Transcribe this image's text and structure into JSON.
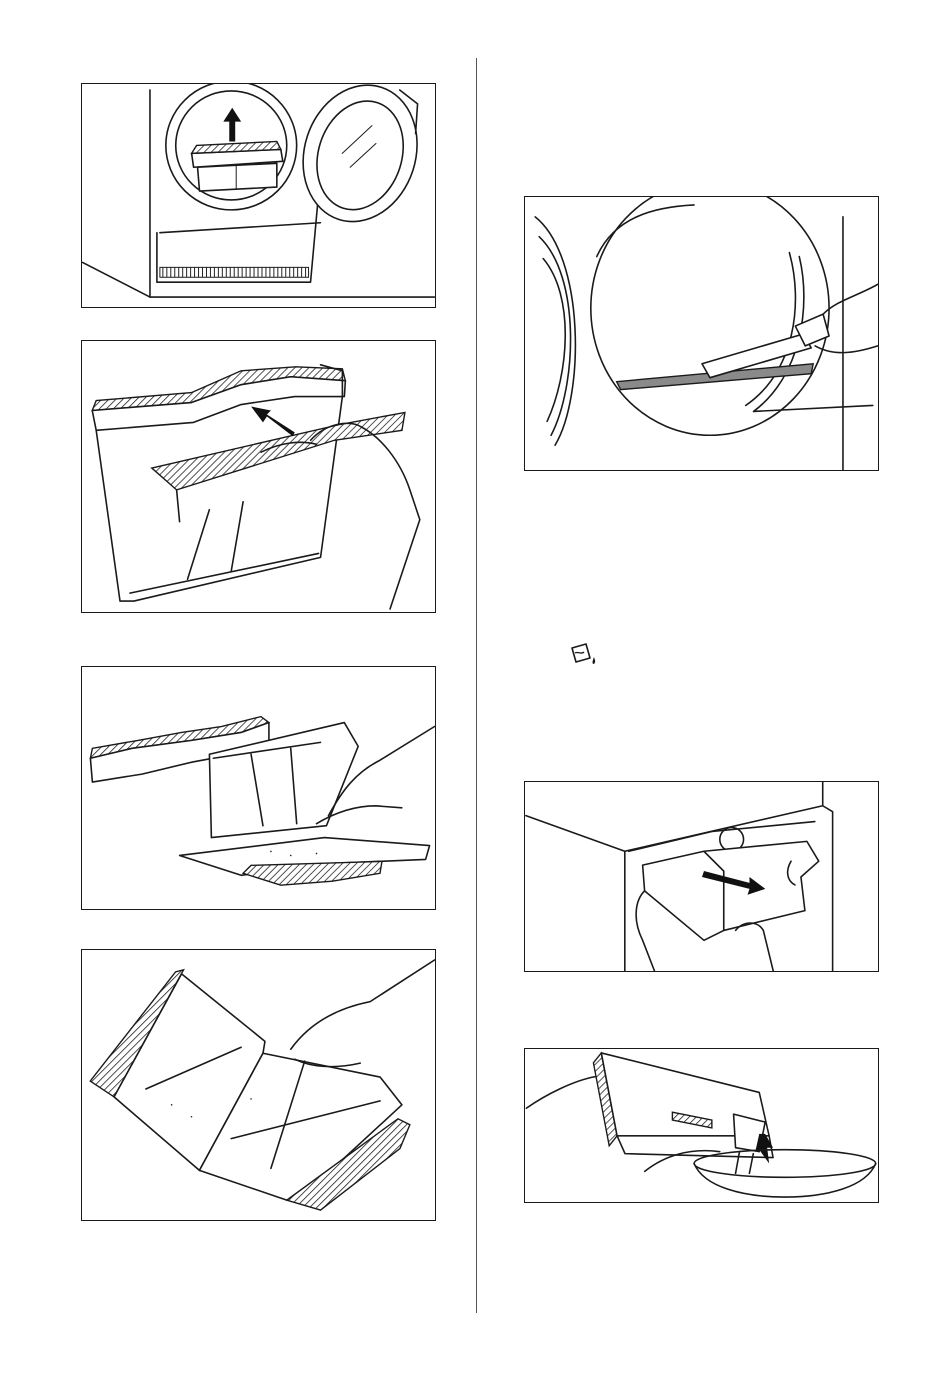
{
  "page": {
    "background": "#ffffff",
    "line_color": "#1a1a1a"
  },
  "figures": [
    {
      "icon": "tumble-dryer-door-filter-lift-illustration"
    },
    {
      "icon": "filter-open-illustration"
    },
    {
      "icon": "filter-cleaning-hand-illustration"
    },
    {
      "icon": "filter-mesh-wipe-illustration"
    },
    {
      "icon": "vacuum-filter-seat-illustration"
    },
    {
      "icon": "water-container-pull-out-illustration"
    },
    {
      "icon": "water-container-empty-illustration"
    }
  ],
  "symbol": {
    "icon": "empty-water-container-icon"
  }
}
